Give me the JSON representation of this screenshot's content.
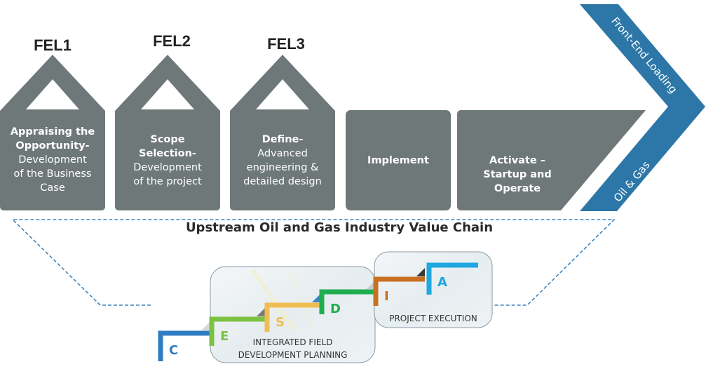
{
  "colors": {
    "box_gray": "#6f7879",
    "chevron_blue": "#2d77a8",
    "dash_blue": "#3d86c0",
    "step_C": "#2e7cc2",
    "step_E": "#7cc242",
    "step_S": "#f0bd52",
    "step_D": "#1fae4f",
    "step_I": "#c87121",
    "step_A": "#1ea7e0"
  },
  "phases": [
    {
      "fel": "FEL1",
      "bold_lines": [
        "Appraising the",
        "Opportunity-"
      ],
      "normal_lines": [
        "Development",
        "of the Business",
        "Case"
      ]
    },
    {
      "fel": "FEL2",
      "bold_lines": [
        "Scope",
        "Selection-"
      ],
      "normal_lines": [
        "Development",
        "of the project"
      ]
    },
    {
      "fel": "FEL3",
      "bold_lines": [
        "Define-"
      ],
      "normal_lines": [
        "Advanced",
        "engineering &",
        "detailed design"
      ]
    },
    {
      "fel": "",
      "bold_lines": [
        "Implement"
      ],
      "normal_lines": []
    },
    {
      "fel": "",
      "bold_lines": [
        "Activate –",
        "Startup and",
        "Operate"
      ],
      "normal_lines": []
    }
  ],
  "chevron": {
    "top_text": "Front-End Loading",
    "bottom_text": "Oil & Gas"
  },
  "title": "Upstream Oil and Gas Industry Value Chain",
  "steps": [
    {
      "letter": "C"
    },
    {
      "letter": "E"
    },
    {
      "letter": "S"
    },
    {
      "letter": "D"
    },
    {
      "letter": "I"
    },
    {
      "letter": "A"
    }
  ],
  "panels": {
    "ifdp": [
      "INTEGRATED FIELD",
      "DEVELOPMENT PLANNING"
    ],
    "execution": [
      "PROJECT EXECUTION"
    ]
  }
}
